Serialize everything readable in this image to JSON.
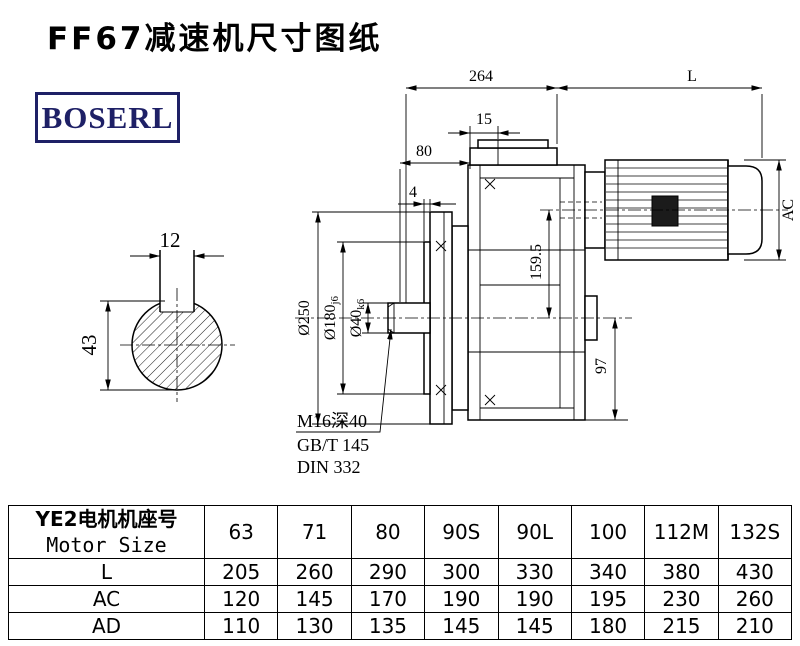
{
  "page": {
    "title": "FF67减速机尺寸图纸",
    "brand": "BOSERL"
  },
  "dims": {
    "overall": "264",
    "motor_len": "L",
    "step15": "15",
    "step80": "80",
    "gap4": "4",
    "motor_dia": "AC",
    "axis_dist": "159.5",
    "foot": "97",
    "flange": "Ø250",
    "spigot": "Ø180",
    "spigot_tol": "j6",
    "shaft": "Ø40",
    "shaft_tol": "k6",
    "key_w": "12",
    "key_h": "43"
  },
  "notes": {
    "tap": "M16深40",
    "std1": "GB/T 145",
    "std2": "DIN 332"
  },
  "table": {
    "header_cn": "YE2电机机座号",
    "header_en": "Motor Size",
    "sizes": [
      "63",
      "71",
      "80",
      "90S",
      "90L",
      "100",
      "112M",
      "132S"
    ],
    "rows": [
      {
        "label": "L",
        "values": [
          "205",
          "260",
          "290",
          "300",
          "330",
          "340",
          "380",
          "430"
        ]
      },
      {
        "label": "AC",
        "values": [
          "120",
          "145",
          "170",
          "190",
          "190",
          "195",
          "230",
          "260"
        ]
      },
      {
        "label": "AD",
        "values": [
          "110",
          "130",
          "135",
          "145",
          "145",
          "180",
          "215",
          "210"
        ]
      }
    ]
  }
}
